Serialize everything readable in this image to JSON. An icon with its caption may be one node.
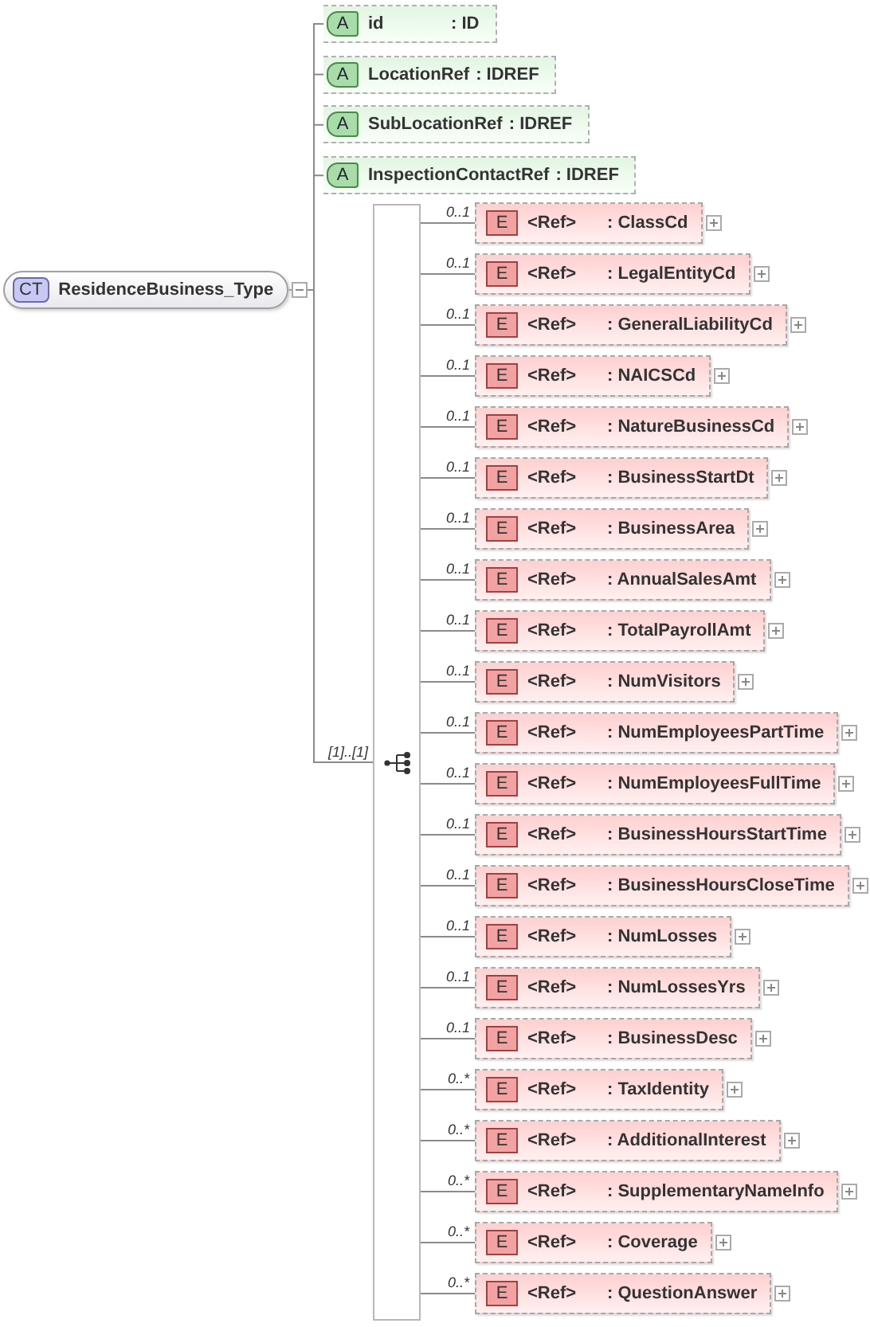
{
  "diagram": {
    "nodes": [
      {
        "text": [
          "CT",
          "ResidenceBusiness_Type"
        ]
      },
      {
        "text": [
          "A",
          "id",
          ": ID"
        ]
      },
      {
        "text": [
          "A",
          "LocationRef",
          ": IDREF"
        ]
      },
      {
        "text": [
          "A",
          "SubLocationRef",
          ": IDREF"
        ]
      },
      {
        "text": [
          "A",
          "InspectionContactRef",
          ": IDREF"
        ]
      },
      {
        "text": [],
        "shape": "bar"
      },
      {
        "text": [
          "E",
          "<Ref>",
          ": ClassCd"
        ]
      },
      {
        "text": [
          "E",
          "<Ref>",
          ": LegalEntityCd"
        ]
      },
      {
        "text": [
          "E",
          "<Ref>",
          ": GeneralLiabilityCd"
        ]
      },
      {
        "text": [
          "E",
          "<Ref>",
          ": NAICSCd"
        ]
      },
      {
        "text": [
          "E",
          "<Ref>",
          ": NatureBusinessCd"
        ]
      },
      {
        "text": [
          "E",
          "<Ref>",
          ": BusinessStartDt"
        ]
      },
      {
        "text": [
          "E",
          "<Ref>",
          ": BusinessArea"
        ]
      },
      {
        "text": [
          "E",
          "<Ref>",
          ": AnnualSalesAmt"
        ]
      },
      {
        "text": [
          "E",
          "<Ref>",
          ": TotalPayrollAmt"
        ]
      },
      {
        "text": [
          "E",
          "<Ref>",
          ": NumVisitors"
        ]
      },
      {
        "text": [
          "E",
          "<Ref>",
          ": NumEmployeesPartTime"
        ]
      },
      {
        "text": [
          "E",
          "<Ref>",
          ": NumEmployeesFullTime"
        ]
      },
      {
        "text": [
          "E",
          "<Ref>",
          ": BusinessHoursStartTime"
        ]
      },
      {
        "text": [
          "E",
          "<Ref>",
          ": BusinessHoursCloseTime"
        ]
      },
      {
        "text": [
          "E",
          "<Ref>",
          ": NumLosses"
        ]
      },
      {
        "text": [
          "E",
          "<Ref>",
          ": NumLossesYrs"
        ]
      },
      {
        "text": [
          "E",
          "<Ref>",
          ": BusinessDesc"
        ]
      },
      {
        "text": [
          "E",
          "<Ref>",
          ": TaxIdentity"
        ]
      },
      {
        "text": [
          "E",
          "<Ref>",
          ": AdditionalInterest"
        ]
      },
      {
        "text": [
          "E",
          "<Ref>",
          ": SupplementaryNameInfo"
        ]
      },
      {
        "text": [
          "E",
          "<Ref>",
          ": Coverage"
        ]
      },
      {
        "text": [
          "E",
          "<Ref>",
          ": QuestionAnswer"
        ]
      }
    ],
    "edges": [
      {
        "from": 0,
        "to": 1,
        "arrow": "none"
      },
      {
        "from": 0,
        "to": 2,
        "arrow": "none"
      },
      {
        "from": 0,
        "to": 3,
        "arrow": "none"
      },
      {
        "from": 0,
        "to": 4,
        "arrow": "none"
      },
      {
        "from": 0,
        "to": 5,
        "arrow": "none",
        "label": "[1]..[1]"
      },
      {
        "from": 5,
        "to": 6,
        "arrow": "none",
        "label": "0..1"
      },
      {
        "from": 5,
        "to": 7,
        "arrow": "none",
        "label": "0..1"
      },
      {
        "from": 5,
        "to": 8,
        "arrow": "none",
        "label": "0..1"
      },
      {
        "from": 5,
        "to": 9,
        "arrow": "none",
        "label": "0..1"
      },
      {
        "from": 5,
        "to": 10,
        "arrow": "none",
        "label": "0..1"
      },
      {
        "from": 5,
        "to": 11,
        "arrow": "none",
        "label": "0..1"
      },
      {
        "from": 5,
        "to": 12,
        "arrow": "none",
        "label": "0..1"
      },
      {
        "from": 5,
        "to": 13,
        "arrow": "none",
        "label": "0..1"
      },
      {
        "from": 5,
        "to": 14,
        "arrow": "none",
        "label": "0..1"
      },
      {
        "from": 5,
        "to": 15,
        "arrow": "none",
        "label": "0..1"
      },
      {
        "from": 5,
        "to": 16,
        "arrow": "none",
        "label": "0..1"
      },
      {
        "from": 5,
        "to": 17,
        "arrow": "none",
        "label": "0..1"
      },
      {
        "from": 5,
        "to": 18,
        "arrow": "none",
        "label": "0..1"
      },
      {
        "from": 5,
        "to": 19,
        "arrow": "none",
        "label": "0..1"
      },
      {
        "from": 5,
        "to": 20,
        "arrow": "none",
        "label": "0..1"
      },
      {
        "from": 5,
        "to": 21,
        "arrow": "none",
        "label": "0..1"
      },
      {
        "from": 5,
        "to": 22,
        "arrow": "none",
        "label": "0..1"
      },
      {
        "from": 5,
        "to": 23,
        "arrow": "none",
        "label": "0..*"
      },
      {
        "from": 5,
        "to": 24,
        "arrow": "none",
        "label": "0..*"
      },
      {
        "from": 5,
        "to": 25,
        "arrow": "none",
        "label": "0..*"
      },
      {
        "from": 5,
        "to": 26,
        "arrow": "none",
        "label": "0..*"
      },
      {
        "from": 5,
        "to": 27,
        "arrow": "none",
        "label": "0..*"
      }
    ]
  }
}
